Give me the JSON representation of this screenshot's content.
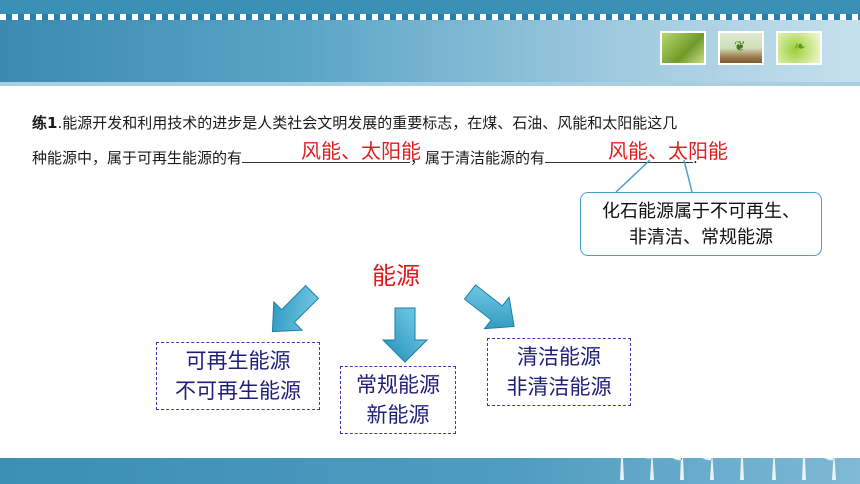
{
  "question": {
    "label": "练1",
    "line1_text": ".能源开发和利用技术的进步是人类社会文明发展的重要标志，在煤、石油、风能和太阳能这几",
    "line2_part1": "种能源中，属于可再生能源的有",
    "line2_part2": "，属于清洁能源的有",
    "line2_end": ".",
    "answer1": "风能、太阳能",
    "answer2": "风能、太阳能"
  },
  "callout": {
    "line1": "化石能源属于不可再生、",
    "line2": "非清洁、常规能源"
  },
  "diagram": {
    "center": "能源",
    "left_box": [
      "可再生能源",
      "不可再生能源"
    ],
    "mid_box": [
      "常规能源",
      "新能源"
    ],
    "right_box": [
      "清洁能源",
      "非清洁能源"
    ]
  },
  "colors": {
    "header_blue": "#3a8fb4",
    "answer_red": "#e02020",
    "arrow_teal": "#2b9cc4",
    "box_text": "#1f1f7a"
  }
}
